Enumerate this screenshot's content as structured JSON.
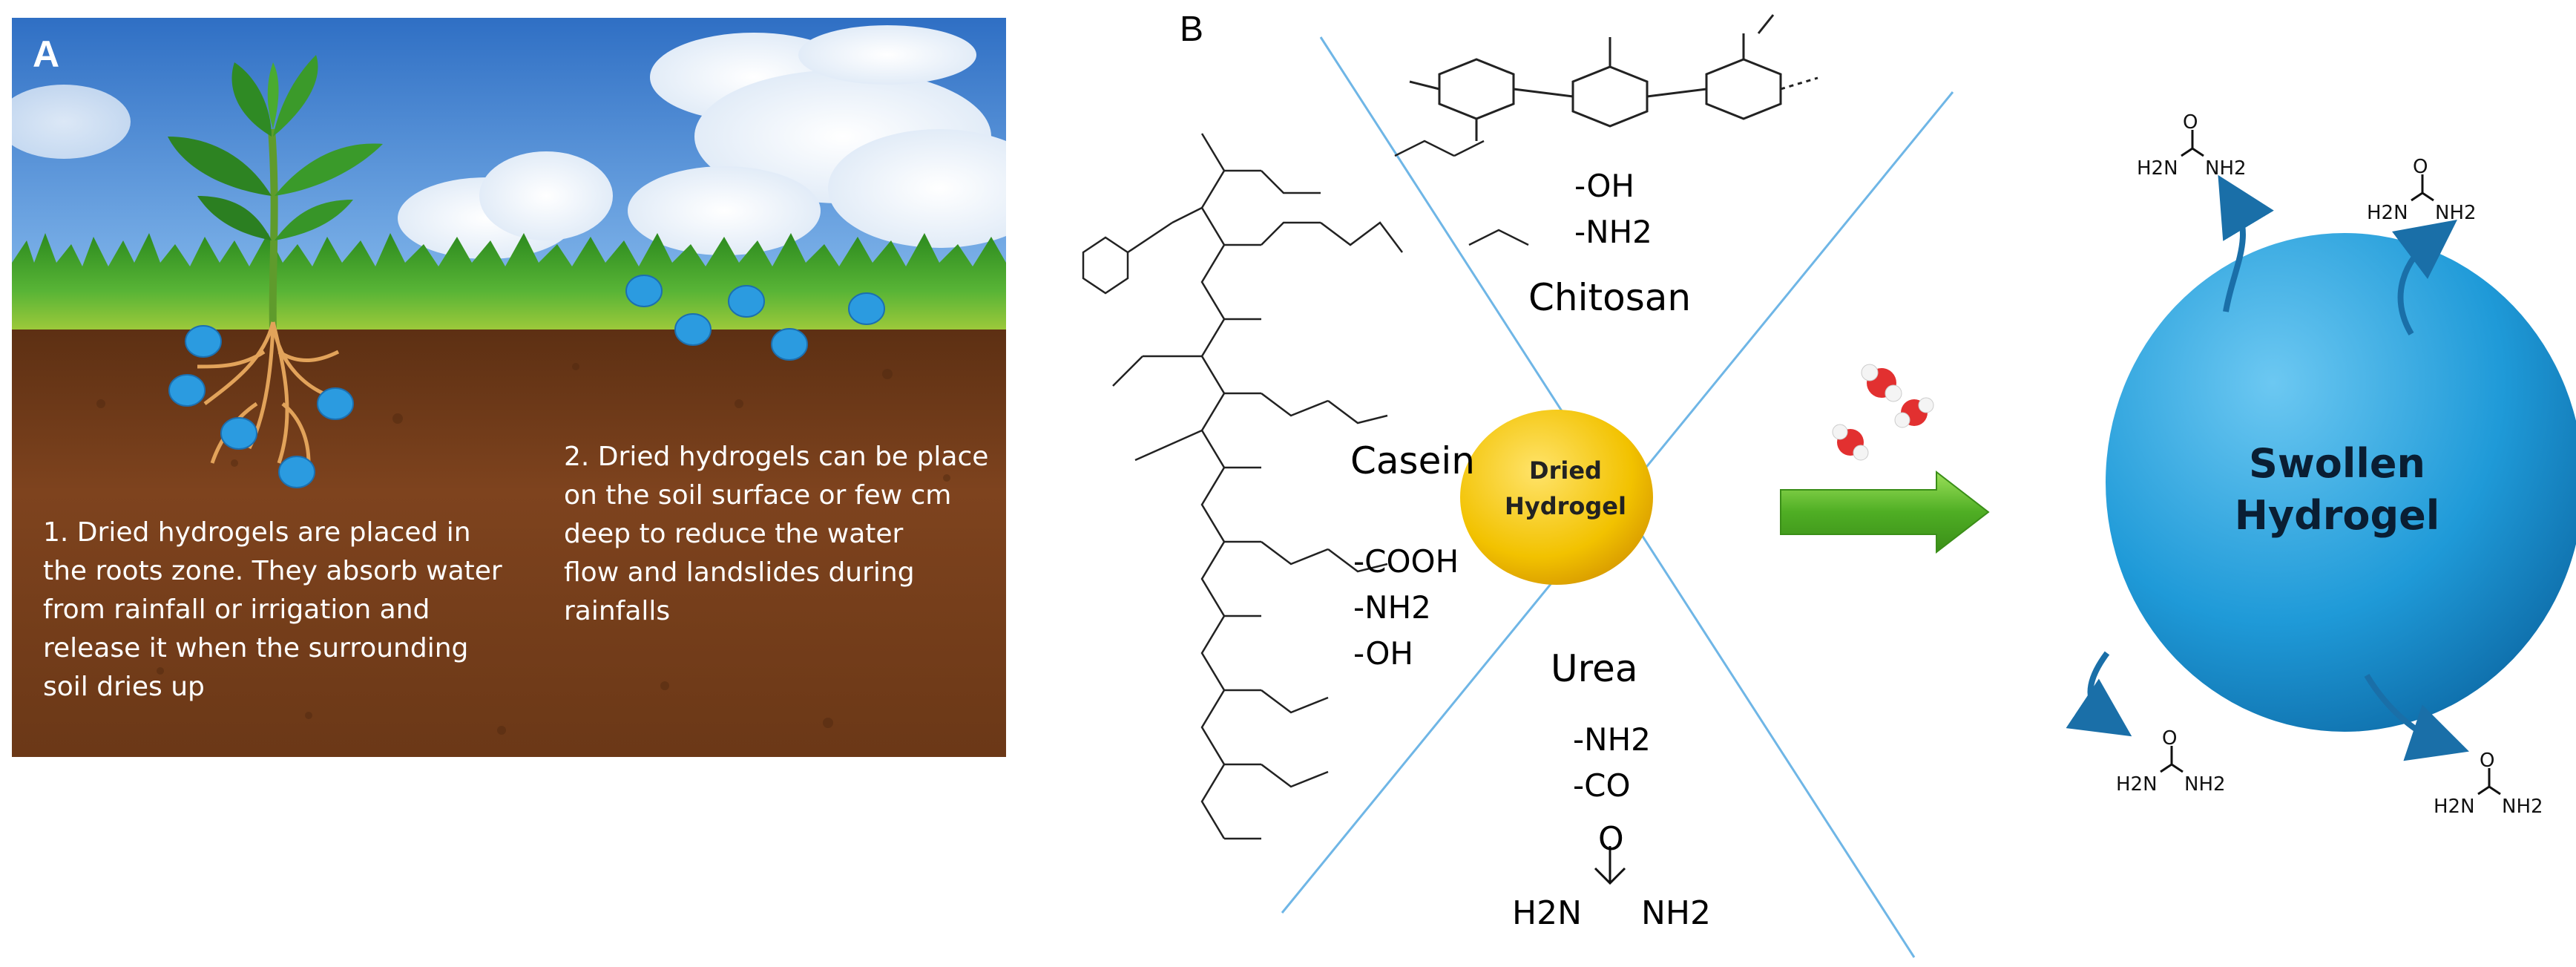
{
  "panel_a": {
    "letter": "A",
    "caption_1": "1. Dried hydrogels are placed in\nthe roots zone. They absorb water\nfrom rainfall or irrigation and\nrelease it when the surrounding\nsoil dries up",
    "caption_2": "2. Dried hydrogels can be place\non the  soil  surface or few cm\ndeep to reduce the water\nflow and landslides during\nrainfalls",
    "colors": {
      "sky": "#3f86d6",
      "grass": "#3fa02a",
      "soil": "#7a3f1c",
      "hydrogel_bead": "#2b9be0"
    }
  },
  "panel_b": {
    "letter": "B",
    "chitosan": {
      "name": "Chitosan",
      "groups": [
        "-OH",
        "-NH2"
      ]
    },
    "casein": {
      "name": "Casein",
      "groups": [
        "-COOH",
        "-NH2",
        "-OH"
      ]
    },
    "urea": {
      "name": "Urea",
      "groups": [
        "-NH2",
        "-CO"
      ],
      "structure": {
        "o": "O",
        "left": "H2N",
        "right": "NH2"
      }
    },
    "dried": {
      "line1": "Dried",
      "line2": "Hydrogel"
    },
    "swollen": {
      "line1": "Swollen",
      "line2": "Hydrogel"
    },
    "urea_mini_label": {
      "o": "O",
      "left": "H2N",
      "right": "NH2"
    },
    "colors": {
      "dried": "#f2c200",
      "swollen": "#1f9ad8",
      "arrow": "#5ab82c",
      "lines": "#6fb6e6",
      "water_o": "#e23030"
    }
  }
}
